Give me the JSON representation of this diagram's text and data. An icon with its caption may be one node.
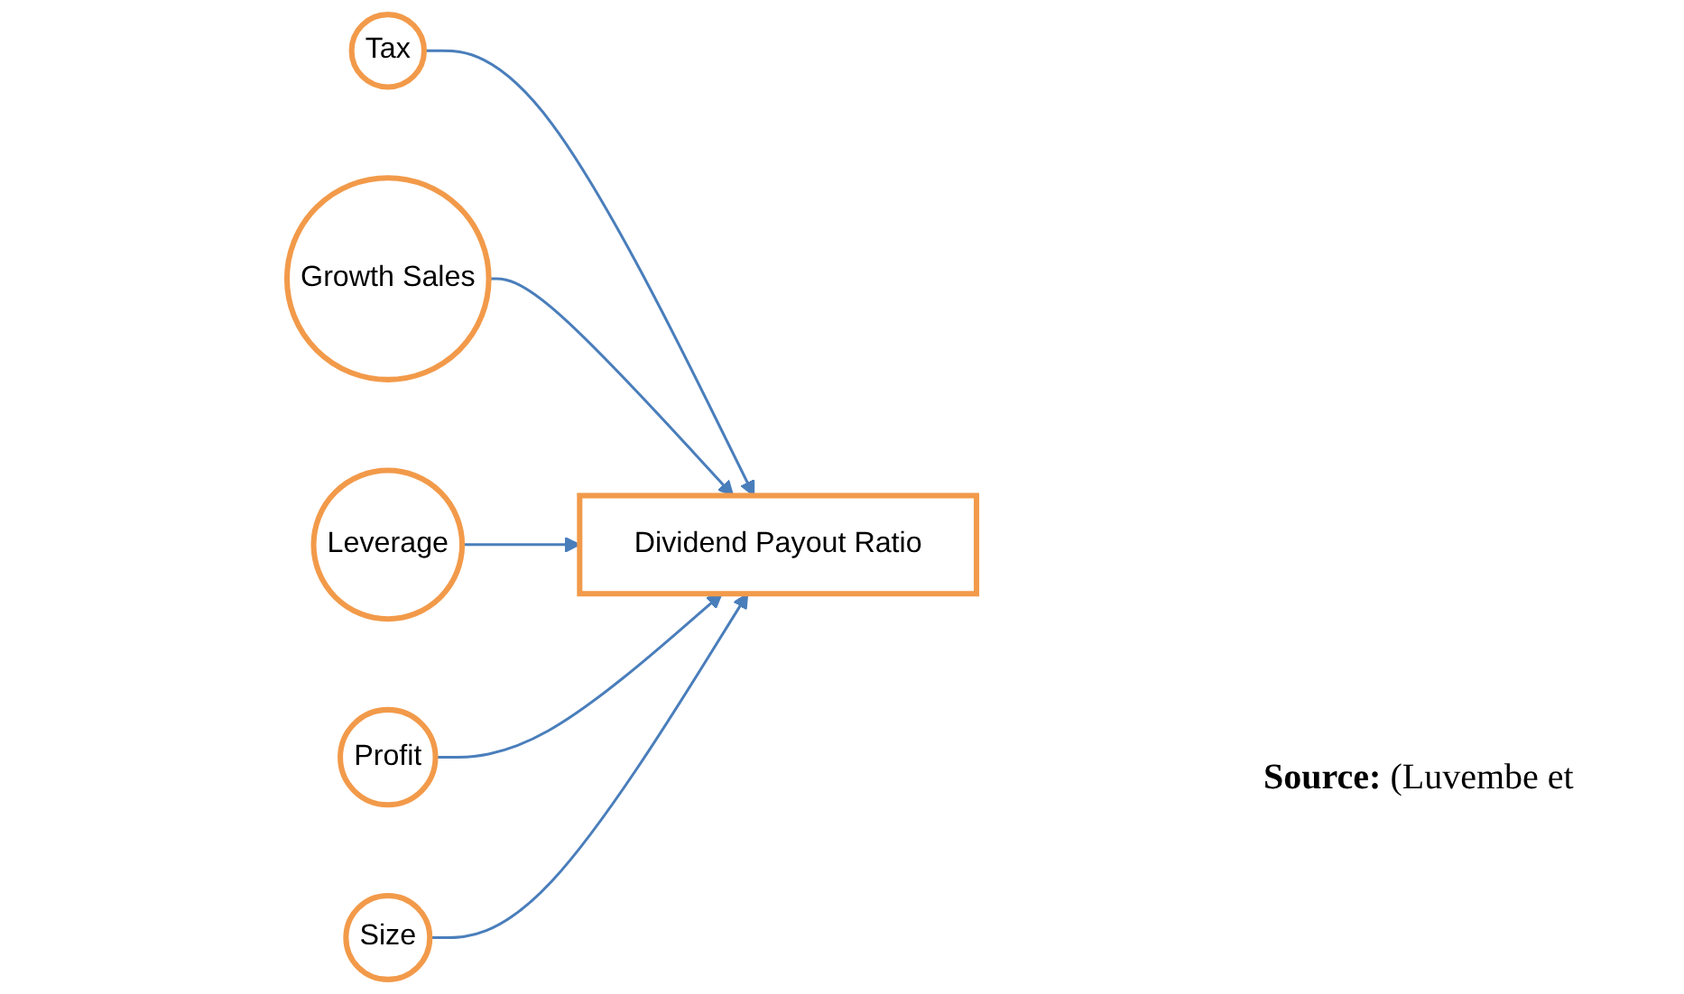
{
  "diagram": {
    "nodes": [
      {
        "text": [
          "Tax"
        ]
      },
      {
        "text": [
          "Growth Sales"
        ]
      },
      {
        "text": [
          "Dividend Payout Ratio"
        ]
      },
      {
        "text": [
          "Leverage"
        ]
      },
      {
        "text": [
          "Profit"
        ]
      },
      {
        "text": [
          "Size"
        ]
      }
    ],
    "edges": [
      {
        "from": 0,
        "to": 2,
        "arrow": "to"
      },
      {
        "from": 1,
        "to": 2,
        "arrow": "to"
      },
      {
        "from": 3,
        "to": 2,
        "arrow": "to"
      },
      {
        "from": 4,
        "to": 2,
        "arrow": "to"
      },
      {
        "from": 5,
        "to": 2,
        "arrow": "to"
      }
    ],
    "labels": [
      "**Source:** (Luvembe et"
    ]
  }
}
